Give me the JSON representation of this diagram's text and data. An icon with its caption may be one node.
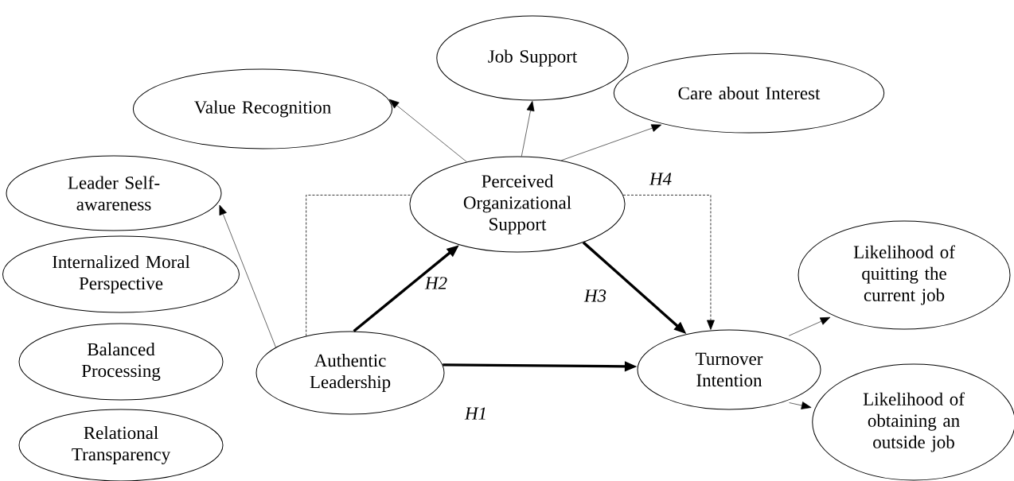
{
  "diagram": {
    "nodes": [
      {
        "text": [
          "Job Support"
        ]
      },
      {
        "text": [
          "Value Recognition"
        ]
      },
      {
        "text": [
          "Care about Interest"
        ]
      },
      {
        "text": [
          "Leader Self-awareness"
        ]
      },
      {
        "text": [
          "Perceived Organizational Support"
        ]
      },
      {
        "text": [
          "Internalized Moral Perspective"
        ]
      },
      {
        "text": [
          "Balanced Processing"
        ]
      },
      {
        "text": [
          "Authentic Leadership"
        ]
      },
      {
        "text": [
          "Likelihood of quitting the current job"
        ]
      },
      {
        "text": [
          "Turnover Intention"
        ]
      },
      {
        "text": [
          "Relational Transparency"
        ]
      },
      {
        "text": [
          "Likelihood of obtaining an outside job"
        ]
      }
    ],
    "edges": [
      {
        "from": 4,
        "to": 1,
        "arrow": "to"
      },
      {
        "from": 4,
        "to": 0,
        "arrow": "to"
      },
      {
        "from": 4,
        "to": 2,
        "arrow": "to"
      },
      {
        "from": 7,
        "to": 3,
        "arrow": "to"
      },
      {
        "from": 7,
        "to": 4,
        "arrow": "to",
        "label": "H2",
        "style": "thick"
      },
      {
        "from": 4,
        "to": 9,
        "arrow": "to",
        "label": "H3",
        "style": "thick"
      },
      {
        "from": 7,
        "to": 9,
        "arrow": "to",
        "label": "H1",
        "style": "thick"
      },
      {
        "from": 7,
        "to": 4,
        "arrow": "none",
        "style": "dashed"
      },
      {
        "from": 4,
        "to": 9,
        "arrow": "to",
        "label": "H4",
        "style": "dashed"
      },
      {
        "from": 9,
        "to": 8,
        "arrow": "to"
      },
      {
        "from": 9,
        "to": 11,
        "arrow": "to"
      }
    ]
  }
}
